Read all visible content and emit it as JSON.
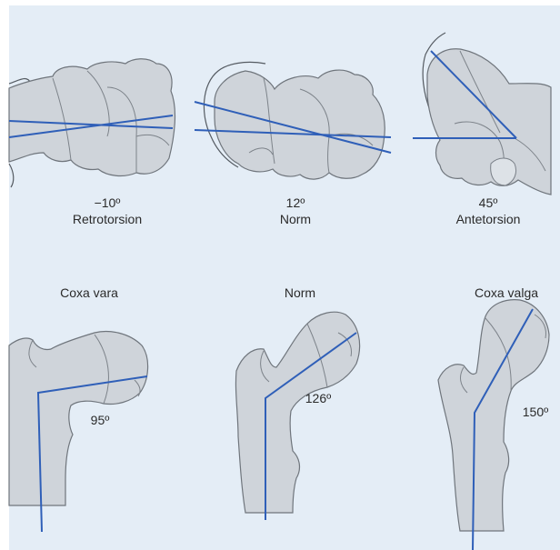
{
  "top_row": [
    {
      "angle": "−10º",
      "label": "Retrotorsion"
    },
    {
      "angle": "12º",
      "label": "Norm"
    },
    {
      "angle": "45º",
      "label": "Antetorsion"
    }
  ],
  "bottom_row": [
    {
      "title": "Coxa vara",
      "angle": "95º"
    },
    {
      "title": "Norm",
      "angle": "126º"
    },
    {
      "title": "Coxa valga",
      "angle": "150º"
    }
  ],
  "colors": {
    "background": "#e4edf6",
    "axis_line": "#2f5fb8",
    "bone_fill": "#cfd4da"
  }
}
